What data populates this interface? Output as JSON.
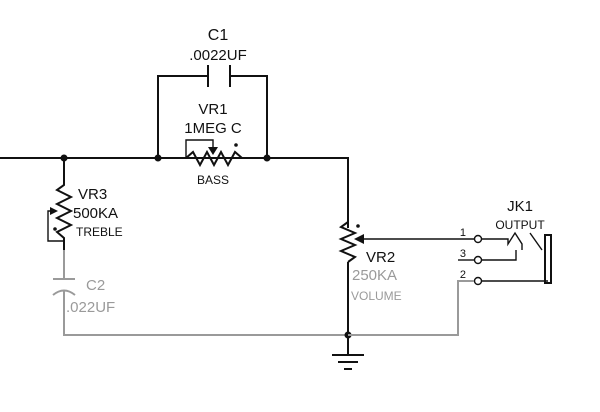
{
  "components": {
    "c1": {
      "ref": "C1",
      "value": ".0022UF"
    },
    "vr1": {
      "ref": "VR1",
      "value": "1MEG C",
      "function": "BASS"
    },
    "vr3": {
      "ref": "VR3",
      "value": "500KA",
      "function": "TREBLE"
    },
    "c2": {
      "ref": "C2",
      "value": ".022UF"
    },
    "vr2": {
      "ref": "VR2",
      "value": "250KA",
      "function": "VOLUME"
    },
    "jk1": {
      "ref": "JK1",
      "function": "OUTPUT",
      "pins": [
        "1",
        "3",
        "2"
      ]
    }
  },
  "colors": {
    "ink": "#111111",
    "faded": "#9a9a9a",
    "background": "#ffffff"
  }
}
